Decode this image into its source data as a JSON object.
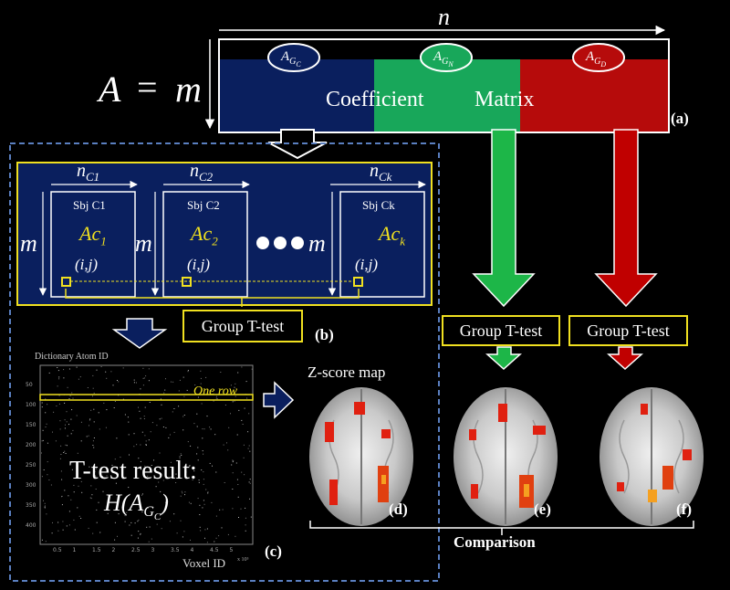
{
  "matrix": {
    "n_label": "n",
    "a_label": "A",
    "equals": "=",
    "m_label": "m",
    "coeff_word": "Coefficient",
    "matrix_word": "Matrix",
    "panel_a": "(a)",
    "groups": [
      {
        "base": "A",
        "sub": "G",
        "subsub": "C",
        "color": "#0a1f5e"
      },
      {
        "base": "A",
        "sub": "G",
        "subsub": "N",
        "color": "#18a75a"
      },
      {
        "base": "A",
        "sub": "G",
        "subsub": "D",
        "color": "#b60b0b"
      }
    ]
  },
  "panel_b": {
    "label": "(b)",
    "subjects": [
      {
        "n_base": "n",
        "n_sub": "C1",
        "title": "Sbj C1",
        "a_base": "Ac",
        "a_sub": "1",
        "ij": "(i,j)",
        "m": "m"
      },
      {
        "n_base": "n",
        "n_sub": "C2",
        "title": "Sbj C2",
        "a_base": "Ac",
        "a_sub": "2",
        "ij": "(i,j)",
        "m": "m"
      },
      {
        "n_base": "n",
        "n_sub": "Ck",
        "title": "Sbj Ck",
        "a_base": "Ac",
        "a_sub": "k",
        "ij": "(i,j)",
        "m": "m"
      }
    ],
    "ttest": "Group T-test"
  },
  "panel_c": {
    "label": "(c)",
    "ylabel": "Dictionary  Atom ID",
    "xlabel": "Voxel  ID",
    "xscale": "x 10⁵",
    "one_row": "One row",
    "result_line1": "T-test result:",
    "result_func": "H(A",
    "result_sub": "G",
    "result_subsub": "C",
    "result_close": ")",
    "yticks": [
      "50",
      "100",
      "150",
      "200",
      "250",
      "300",
      "350",
      "400"
    ],
    "xticks": [
      "0.5",
      "1",
      "1.5",
      "2",
      "2.5",
      "3",
      "3.5",
      "4",
      "4.5",
      "5"
    ]
  },
  "zscore_title": "Z-score map",
  "panel_d": "(d)",
  "panel_e": "(e)",
  "panel_f": "(f)",
  "ttest_green": "Group T-test",
  "ttest_red": "Group T-test",
  "comparison": "Comparison",
  "colors": {
    "navy": "#0a1f5e",
    "green": "#18a75a",
    "red": "#b60b0b",
    "yellow": "#f0e020",
    "dash": "#5a7fc0"
  }
}
